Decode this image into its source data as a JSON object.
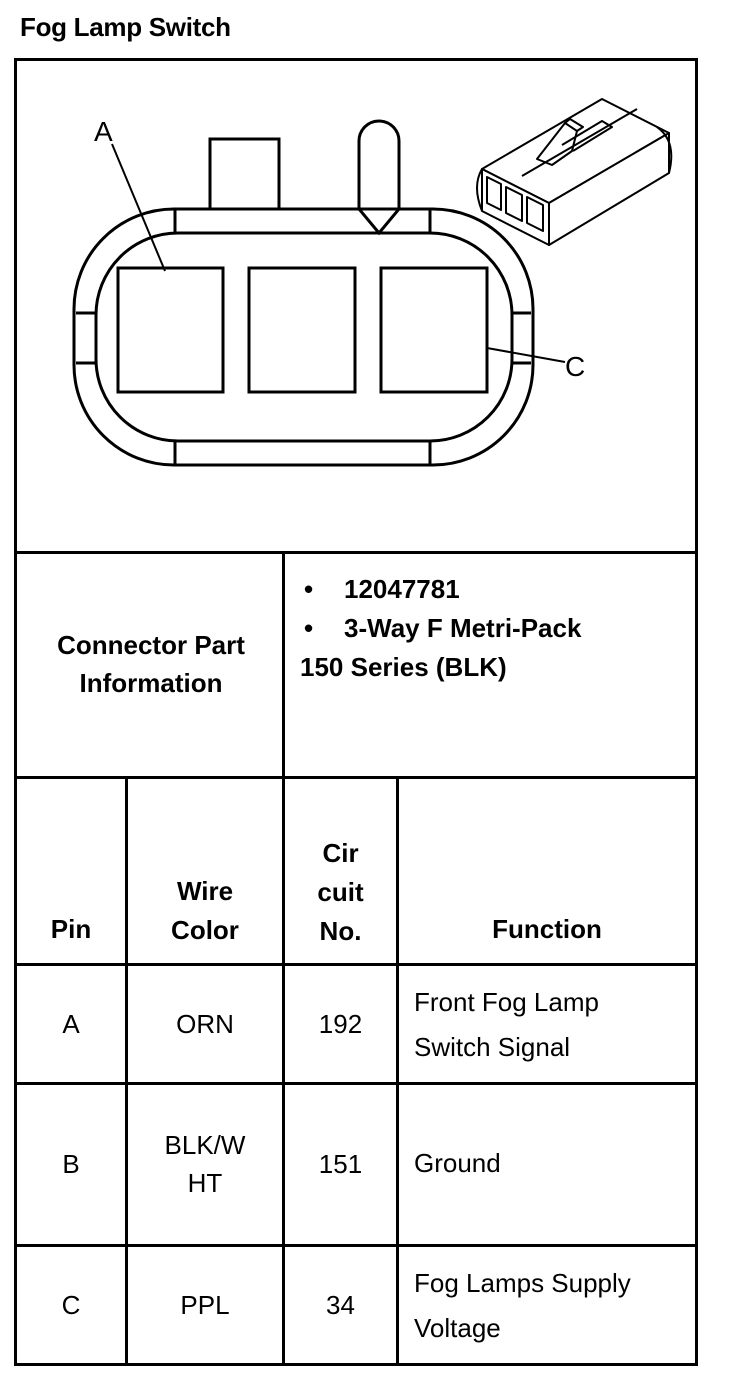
{
  "title": "Fog Lamp Switch",
  "diagram": {
    "label_a": "A",
    "label_c": "C"
  },
  "connector_info": {
    "label_line1": "Connector Part",
    "label_line2": "Information",
    "bullet1": "12047781",
    "bullet2": "3-Way F Metri-Pack",
    "line3": "150 Series (BLK)"
  },
  "table": {
    "headers": {
      "pin": "Pin",
      "wire_color_1": "Wire",
      "wire_color_2": "Color",
      "circuit_1": "Cir",
      "circuit_2": "cuit",
      "circuit_3": "No.",
      "function": "Function"
    },
    "rows": [
      {
        "pin": "A",
        "color_1": "ORN",
        "color_2": "",
        "circuit": "192",
        "function_1": "Front Fog Lamp",
        "function_2": "Switch Signal"
      },
      {
        "pin": "B",
        "color_1": "BLK/W",
        "color_2": "HT",
        "circuit": "151",
        "function_1": "Ground",
        "function_2": ""
      },
      {
        "pin": "C",
        "color_1": "PPL",
        "color_2": "",
        "circuit": "34",
        "function_1": "Fog Lamps Supply",
        "function_2": "Voltage"
      }
    ]
  }
}
